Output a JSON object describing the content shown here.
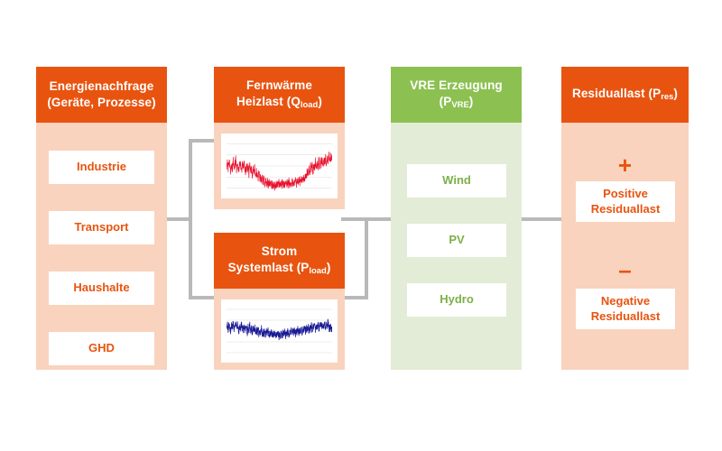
{
  "diagram": {
    "title": "Energiesystem Residuallast Schema",
    "background": "#ffffff",
    "colors": {
      "orange_header": "#E85410",
      "orange_body": "#F9D3BE",
      "green_header": "#8CC152",
      "green_body": "#E3ECD6",
      "chip_bg": "#ffffff",
      "connector": "#b9b9b9",
      "heat_series": "#E8112D",
      "power_series": "#1B1B96"
    }
  },
  "columns": [
    {
      "id": "energy-demand",
      "header_line1": "Energienachfrage",
      "header_line2": "(Geräte, Prozesse)",
      "items": [
        {
          "label": "Industrie"
        },
        {
          "label": "Transport"
        },
        {
          "label": "Haushalte"
        },
        {
          "label": "GHD"
        }
      ]
    },
    {
      "id": "loads",
      "blocks": [
        {
          "id": "district-heat",
          "header_line1": "Fernwärme",
          "header_line2_pre": "Heizlast (Q",
          "header_line2_sub": "load",
          "header_line2_post": ")",
          "chart_ref": "heat_load"
        },
        {
          "id": "power-system-load",
          "header_line1": "Strom",
          "header_line2_pre": "Systemlast (P",
          "header_line2_sub": "load",
          "header_line2_post": ")",
          "chart_ref": "power_load"
        }
      ]
    },
    {
      "id": "vre-generation",
      "header_line1": "VRE Erzeugung",
      "header_line2_pre": "(P",
      "header_line2_sub": "VRE",
      "header_line2_post": ")",
      "items": [
        {
          "label": "Wind"
        },
        {
          "label": "PV"
        },
        {
          "label": "Hydro"
        }
      ]
    },
    {
      "id": "residual-load",
      "header_pre": "Residuallast (P",
      "header_sub": "res",
      "header_post": ")",
      "groups": [
        {
          "sign": "+",
          "label_line1": "Positive",
          "label_line2": "Residuallast"
        },
        {
          "sign": "–",
          "label_line1": "Negative",
          "label_line2": "Residuallast"
        }
      ]
    }
  ],
  "chart_data": [
    {
      "id": "heat_load",
      "type": "line",
      "title": "Fernwärme Heizlast",
      "xlabel": "",
      "ylabel": "",
      "grid": true,
      "gridlines": 5,
      "color": "#E8112D",
      "ylim": [
        0,
        100
      ],
      "description": "Jahresgang der Heizlast: hoch im Winter (Jahresanfang und -ende), niedrig im Sommer",
      "values": [
        52,
        64,
        48,
        70,
        55,
        44,
        61,
        50,
        68,
        46,
        58,
        72,
        49,
        63,
        54,
        45,
        66,
        57,
        40,
        60,
        48,
        68,
        52,
        41,
        62,
        46,
        55,
        36,
        58,
        44,
        50,
        33,
        47,
        39,
        54,
        30,
        42,
        36,
        28,
        45,
        25,
        33,
        22,
        30,
        19,
        27,
        17,
        24,
        15,
        22,
        13,
        20,
        12,
        18,
        11,
        17,
        10,
        16,
        9,
        15,
        10,
        17,
        11,
        18,
        10,
        16,
        12,
        19,
        11,
        17,
        13,
        20,
        12,
        18,
        14,
        21,
        13,
        19,
        15,
        22,
        14,
        21,
        16,
        24,
        15,
        23,
        18,
        27,
        17,
        25,
        20,
        30,
        22,
        33,
        26,
        38,
        30,
        44,
        35,
        50,
        40,
        56,
        46,
        62,
        42,
        58,
        50,
        66,
        48,
        62,
        54,
        70,
        52,
        66,
        58,
        74,
        56,
        70,
        62,
        78,
        60,
        74,
        66,
        82,
        64,
        78,
        70,
        86
      ]
    },
    {
      "id": "power_load",
      "type": "line",
      "title": "Strom Systemlast",
      "xlabel": "",
      "ylabel": "",
      "grid": true,
      "gridlines": 5,
      "color": "#1B1B96",
      "ylim": [
        0,
        100
      ],
      "description": "Jahresgang der elektrischen Systemlast: dichtes Band mit Tages-/Wochenschwankung, leicht abgesenkt im Sommer",
      "values": [
        62,
        74,
        58,
        70,
        64,
        52,
        68,
        60,
        76,
        55,
        66,
        72,
        58,
        70,
        62,
        50,
        68,
        59,
        72,
        63,
        57,
        69,
        54,
        66,
        60,
        48,
        64,
        56,
        70,
        52,
        62,
        46,
        58,
        50,
        66,
        44,
        56,
        48,
        62,
        42,
        54,
        46,
        60,
        40,
        52,
        44,
        58,
        38,
        50,
        43,
        56,
        37,
        48,
        42,
        54,
        36,
        47,
        41,
        53,
        35,
        46,
        40,
        52,
        34,
        45,
        39,
        51,
        36,
        47,
        41,
        53,
        38,
        49,
        43,
        55,
        40,
        51,
        45,
        57,
        42,
        53,
        47,
        59,
        44,
        55,
        49,
        61,
        46,
        57,
        51,
        63,
        48,
        59,
        53,
        65,
        50,
        61,
        55,
        67,
        52,
        63,
        57,
        69,
        54,
        65,
        59,
        71,
        56,
        67,
        61,
        73,
        58,
        69,
        63,
        75,
        60,
        71,
        65,
        77,
        62,
        73,
        67,
        79,
        64,
        58,
        70,
        50,
        66
      ]
    }
  ]
}
